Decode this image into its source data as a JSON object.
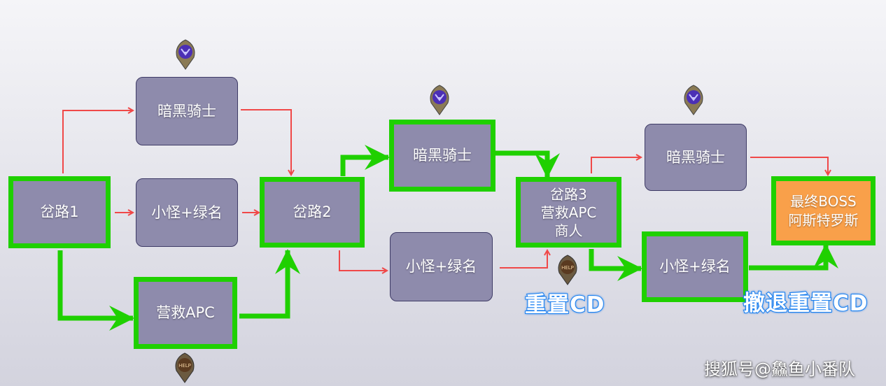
{
  "nodes": {
    "fork1": "岔路1",
    "dark_knight_1": "暗黑骑士",
    "minion_1": "小怪+绿名",
    "rescue_apc": "营救APC",
    "fork2": "岔路2",
    "dark_knight_2": "暗黑骑士",
    "minion_2": "小怪+绿名",
    "fork3": "岔路3\n营救APC\n商人",
    "dark_knight_3": "暗黑骑士",
    "minion_3": "小怪+绿名",
    "boss": "最终BOSS\n阿斯特罗斯"
  },
  "labels": {
    "reset_cd": "重置CD",
    "retreat_reset_cd": "撤退重置CD",
    "help_pin": "HELP"
  },
  "watermark": "搜狐号@鱻鱼小番队",
  "colors": {
    "node": "#8e8bac",
    "highlight": "#1fd000",
    "boss": "#f9a04a",
    "red_arrow": "#f04848",
    "tag_outline": "#1a7ff0"
  }
}
